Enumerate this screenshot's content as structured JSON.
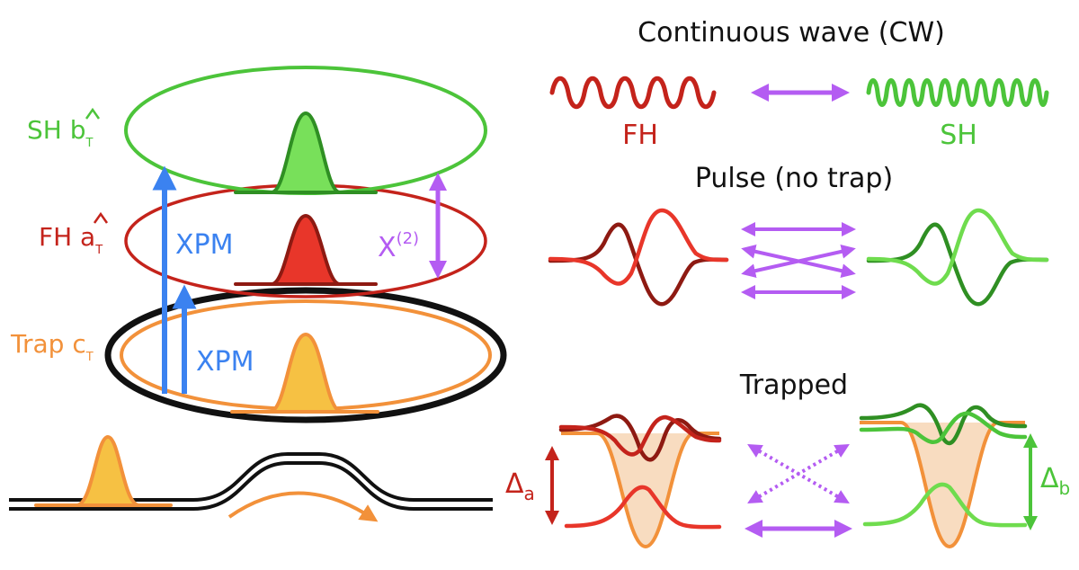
{
  "colors": {
    "fh": "#c4231b",
    "fh_dark": "#8e1a12",
    "fh_fill": "#e8362a",
    "sh": "#4cc43a",
    "sh_dark": "#2f8f23",
    "sh_fill": "#78e05a",
    "trap": "#f2913a",
    "trap_fill": "#f6c143",
    "trap_well": "#f8dcc0",
    "xpm": "#3b82f0",
    "chi": "#b45cf2",
    "ring": "#111111"
  },
  "left": {
    "sh_label": {
      "text": "SH b",
      "sub": "T"
    },
    "fh_label": {
      "text": "FH a",
      "sub": "T"
    },
    "trap_label": {
      "text": "Trap c",
      "sub": "T"
    },
    "xpm_upper": "XPM",
    "xpm_lower": "XPM",
    "chi2": {
      "base": "X",
      "sup": "(2)"
    }
  },
  "right": {
    "cw_title": "Continuous wave (CW)",
    "fh_label": "FH",
    "sh_label": "SH",
    "pulse_title": "Pulse (no trap)",
    "trapped_title": "Trapped",
    "delta_a": {
      "base": "Δ",
      "sub": "a"
    },
    "delta_b": {
      "base": "Δ",
      "sub": "b"
    }
  },
  "icons": [
    "hat-icon",
    "double-arrow-icon",
    "curved-arrow-icon"
  ]
}
